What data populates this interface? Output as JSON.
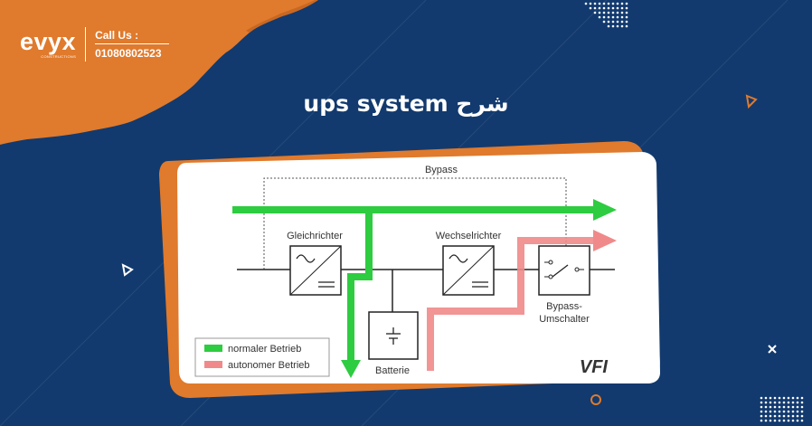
{
  "brand": {
    "logo_text": "evyx",
    "logo_subtext": "CONSTRUCTIONS",
    "call_label": "Call Us :",
    "phone": "01080802523"
  },
  "title": "شرح ups system",
  "colors": {
    "background": "#123a6e",
    "accent_orange": "#e07a2c",
    "normal_path": "#2ecc40",
    "battery_path": "#f08a8a"
  },
  "diagram": {
    "bypass_label": "Bypass",
    "rectifier_label": "Gleichrichter",
    "inverter_label": "Wechselrichter",
    "bypass_switch_label_1": "Bypass-",
    "bypass_switch_label_2": "Umschalter",
    "battery_label": "Batterie",
    "mode_label": "VFI",
    "legend": [
      {
        "label": "normaler Betrieb",
        "color": "#2ecc40"
      },
      {
        "label": "autonomer Betrieb",
        "color": "#f08a8a"
      }
    ]
  }
}
